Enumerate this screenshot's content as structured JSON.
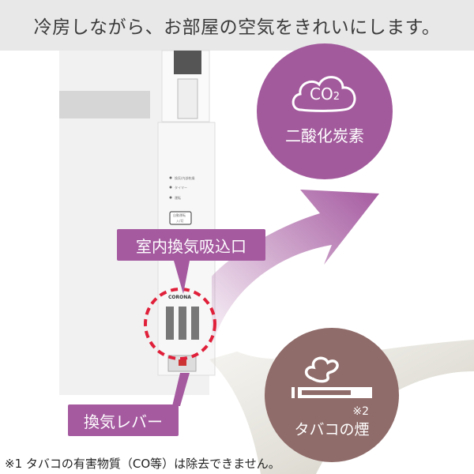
{
  "header": {
    "title": "冷房しながら、お部屋の空気をきれいにします。"
  },
  "unit": {
    "brand": "CORONA",
    "indicators": [
      "換気/内部乾燥",
      "タイマー",
      "運転"
    ],
    "button_label": "自動運転",
    "button_sub": "入/切"
  },
  "callouts": {
    "intake": "室内換気吸込口",
    "lever": "換気レバー"
  },
  "co2": {
    "formula": "CO",
    "subscript": "2",
    "label": "二酸化炭素",
    "color": "#a25a9c"
  },
  "smoke": {
    "note": "※2",
    "label": "タバコの煙",
    "color": "#8f6b69"
  },
  "footer": {
    "note": "※1 タバコの有害物質（CO等）は除去できません。"
  },
  "colors": {
    "accent_purple": "#a55aa0",
    "dashed_circle": "#e0203a"
  }
}
